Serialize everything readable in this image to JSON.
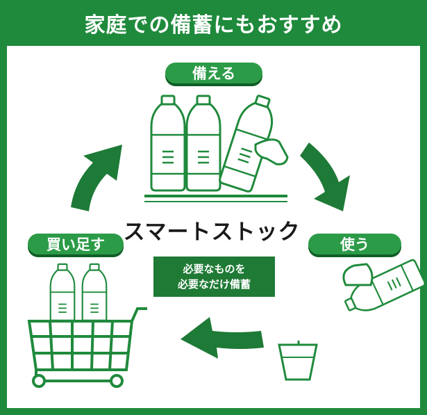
{
  "header": {
    "title": "家庭での備蓄にもおすすめ"
  },
  "steps": {
    "stock": "備える",
    "use": "使う",
    "buy": "買い足す"
  },
  "center": {
    "title": "スマートストック",
    "note_line1": "必要なものを",
    "note_line2": "必要なだけ備蓄"
  },
  "colors": {
    "brand_green": "#1f8a3c",
    "arrow_green": "#1e7a37",
    "pill_green": "#2c9b47",
    "box_green": "#1f7a35"
  },
  "icons": [
    "bottle-icon",
    "hand-icon",
    "glass-icon",
    "shopping-cart-icon",
    "cycle-arrow-icon"
  ]
}
